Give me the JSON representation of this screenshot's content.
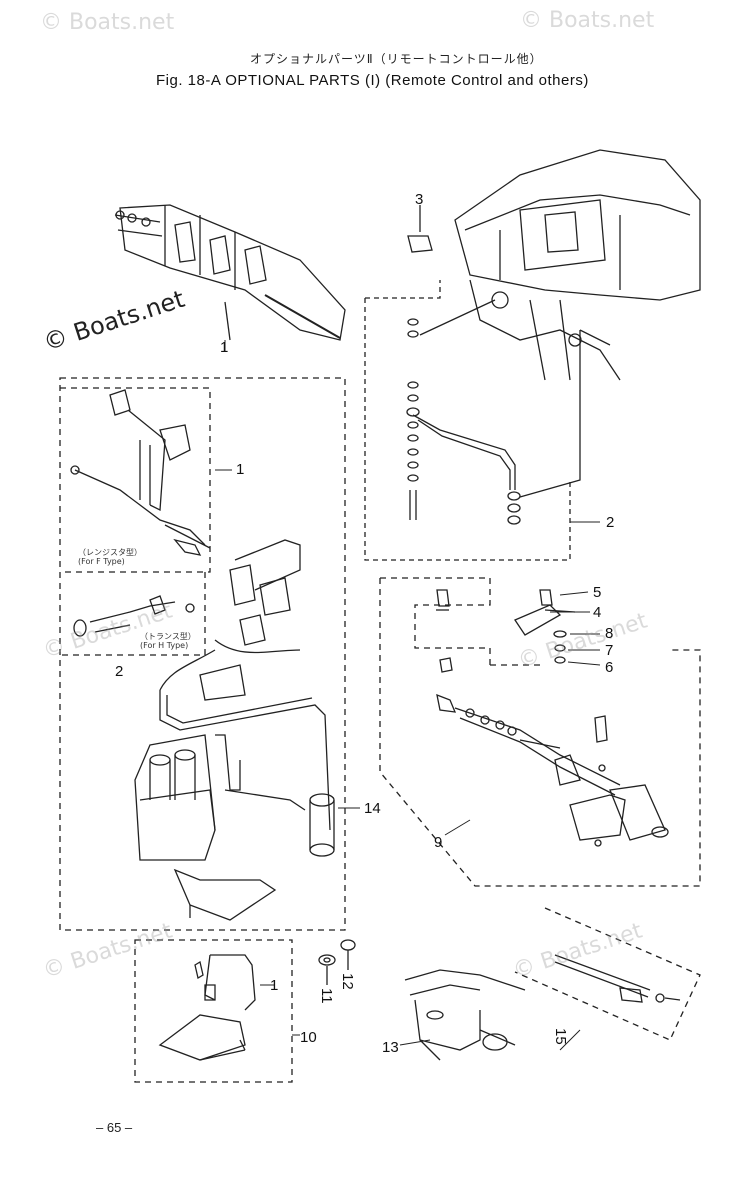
{
  "title": {
    "japanese": "オプショナルパーツⅡ（リモートコントロール他）",
    "english": "Fig. 18-A   OPTIONAL PARTS (I) (Remote Control and others)"
  },
  "watermarks": {
    "top_left": "© Boats.net",
    "top_right": "© Boats.net",
    "main": "© Boats.net",
    "mid_left": "© Boats.net",
    "mid_right": "© Boats.net",
    "bottom_left": "© Boats.net",
    "bottom_right": "© Boats.net"
  },
  "callouts": {
    "c1_top": "1",
    "c1_panel": "1",
    "c2_left": "2",
    "c2_right": "2",
    "c3": "3",
    "c4": "4",
    "c5": "5",
    "c6": "6",
    "c7": "7",
    "c8": "8",
    "c9": "9",
    "c10": "10",
    "c11": "11",
    "c12": "12",
    "c13": "13",
    "c14": "14",
    "c15": "15",
    "c1_bottom": "1"
  },
  "type_labels": {
    "upper": "（レンジスタ型）\n(For F Type)",
    "lower": "（トランス型）\n(For H Type)"
  },
  "page_number": "– 65 –"
}
